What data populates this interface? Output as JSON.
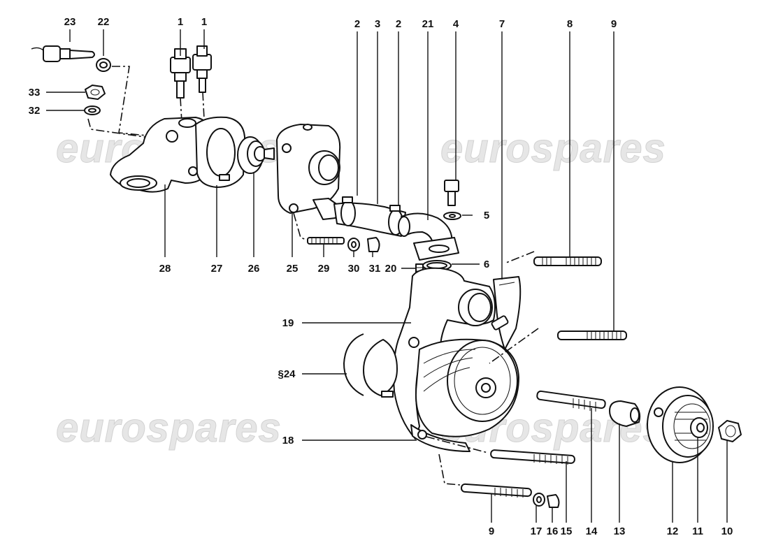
{
  "watermark": {
    "text": "eurospares",
    "instances": [
      "wm-1",
      "wm-2",
      "wm-3",
      "wm-4"
    ]
  },
  "callouts": {
    "c1a": "1",
    "c1b": "1",
    "c2a": "2",
    "c2b": "2",
    "c3": "3",
    "c4": "4",
    "c5": "5",
    "c6": "6",
    "c7": "7",
    "c8": "8",
    "c9top": "9",
    "c9bot": "9",
    "c10": "10",
    "c11": "11",
    "c12": "12",
    "c13": "13",
    "c14": "14",
    "c15": "15",
    "c16": "16",
    "c17": "17",
    "c18": "18",
    "c19": "19",
    "c20": "20",
    "c21": "21",
    "c22": "22",
    "c23": "23",
    "c24": "§24",
    "c25": "25",
    "c26": "26",
    "c27": "27",
    "c28": "28",
    "c29": "29",
    "c30": "30",
    "c31": "31",
    "c32": "32",
    "c33": "33"
  }
}
